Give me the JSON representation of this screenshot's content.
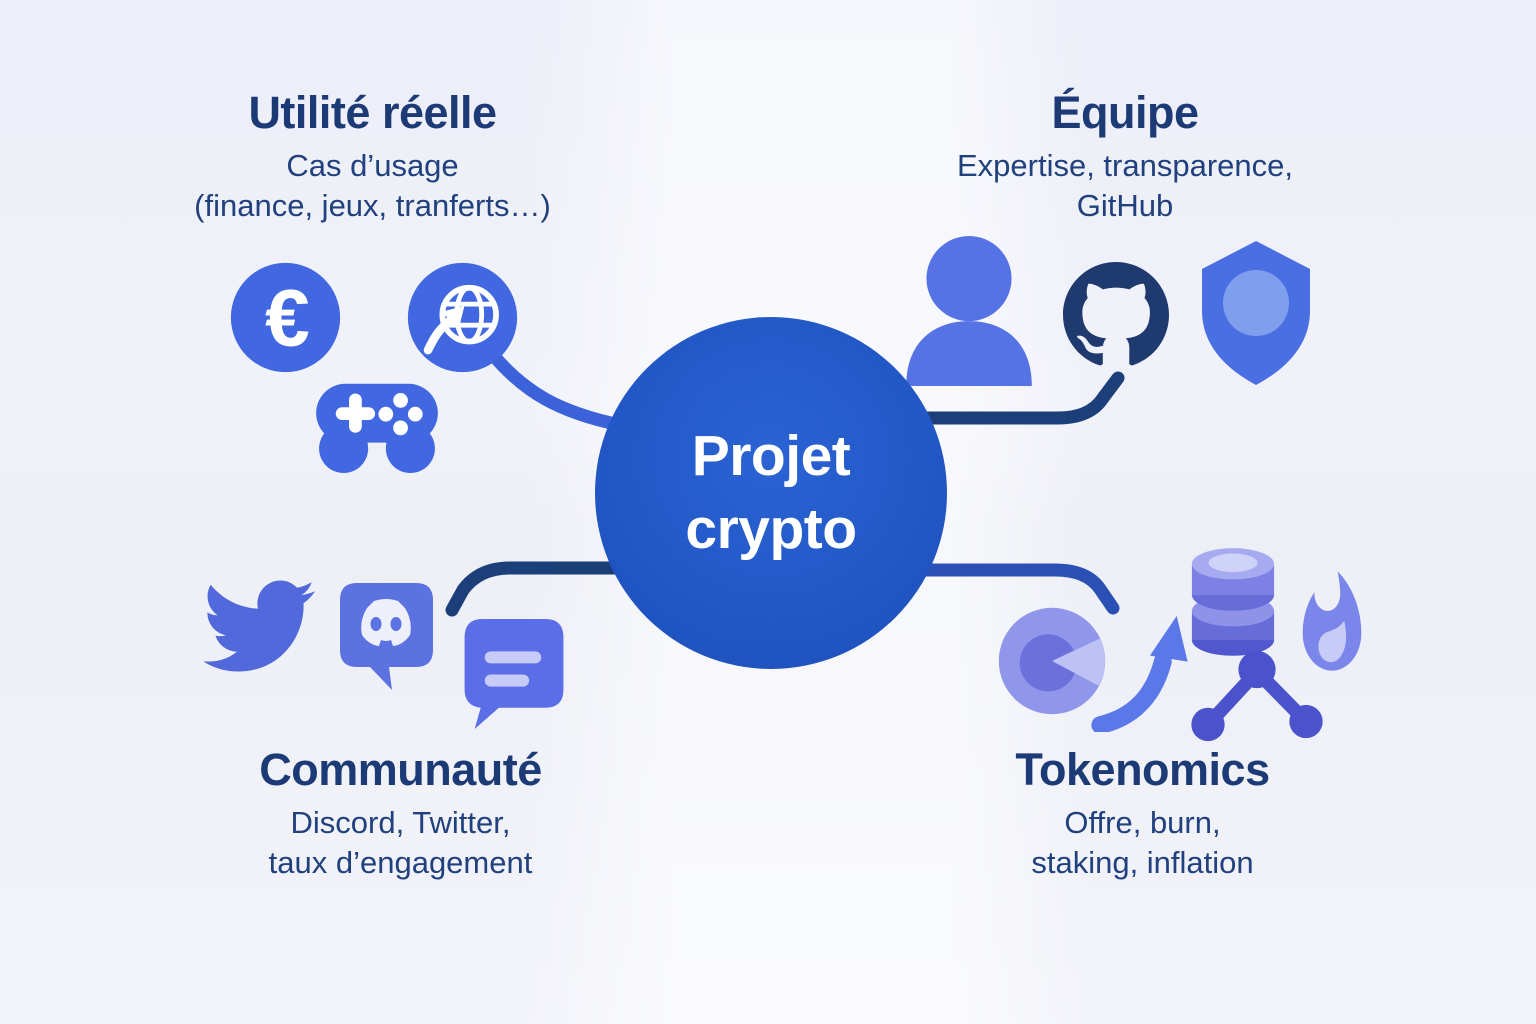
{
  "diagram": {
    "type": "mind-map",
    "center": {
      "line1": "Projet",
      "line2": "crypto"
    },
    "quadrants": {
      "top_left": {
        "title": "Utilité réelle",
        "subtitle_line1": "Cas d’usage",
        "subtitle_line2": "(finance, jeux, tranferts…)",
        "icons": [
          "euro-coin-icon",
          "globe-transfer-icon",
          "gamepad-icon"
        ]
      },
      "top_right": {
        "title": "Équipe",
        "subtitle_line1": "Expertise, transparence,",
        "subtitle_line2": "GitHub",
        "icons": [
          "person-icon",
          "github-icon",
          "shield-icon"
        ]
      },
      "bottom_left": {
        "title": "Communauté",
        "subtitle_line1": "Discord, Twitter,",
        "subtitle_line2": "taux d’engagement",
        "icons": [
          "twitter-bird-icon",
          "discord-icon",
          "chat-bubble-icon"
        ]
      },
      "bottom_right": {
        "title": "Tokenomics",
        "subtitle_line1": "Offre, burn,",
        "subtitle_line2": "staking, inflation",
        "icons": [
          "pie-chart-icon",
          "growth-arrow-icon",
          "coin-stack-icon",
          "flame-icon",
          "network-nodes-icon"
        ]
      }
    },
    "colors": {
      "background": "#f0f1f8",
      "heading_text": "#1c3a75",
      "subtitle_text": "#21417e",
      "center_circle": "#2156c4",
      "center_text": "#ffffff",
      "icon_blue": "#4168e0",
      "icon_medium_blue": "#5673e6",
      "icon_periwinkle": "#9096ea",
      "icon_lavender_light": "#c7cbf6",
      "dark_navy": "#1e3a6e",
      "connector_dark": "#1d3f79",
      "connector_blue": "#3c62da"
    }
  }
}
